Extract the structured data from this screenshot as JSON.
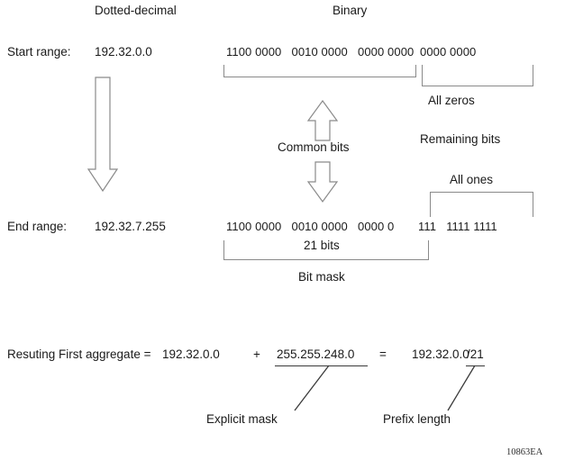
{
  "figure": {
    "id_code": "10863EA",
    "headers": {
      "dotted_decimal": "Dotted-decimal",
      "binary": "Binary"
    },
    "rows": {
      "start": {
        "label": "Start range:",
        "dotted_decimal": "192.32.0.0",
        "binary_common": "1100 0000   0010 0000   0000 0000",
        "binary_remaining": "0000 0000"
      },
      "end": {
        "label": "End range:",
        "dotted_decimal": "192.32.7.255",
        "binary_common": "1100 0000   0010 0000   0000 0",
        "binary_remaining": "111   1111 1111"
      }
    },
    "annotations": {
      "all_zeros": "All zeros",
      "remaining_bits": "Remaining bits",
      "all_ones": "All ones",
      "common_bits": "Common bits",
      "bit_count": "21 bits",
      "bit_mask": "Bit mask",
      "explicit_mask": "Explicit mask",
      "prefix_length": "Prefix length"
    },
    "equation": {
      "lead_in": "Resuting First aggregate =",
      "base_address": "192.32.0.0",
      "plus": "+",
      "mask": "255.255.248.0",
      "equals": "=",
      "result_network": "192.32.0.0",
      "result_prefix": "/21"
    },
    "colors": {
      "text": "#1a1a1a",
      "bracket": "#8a8a8a",
      "rule": "#3a3a3a",
      "background": "#ffffff"
    },
    "icons": {
      "down_arrow": "down-arrow",
      "up_block_arrow": "up-block-arrow",
      "down_block_arrow": "down-block-arrow"
    }
  }
}
